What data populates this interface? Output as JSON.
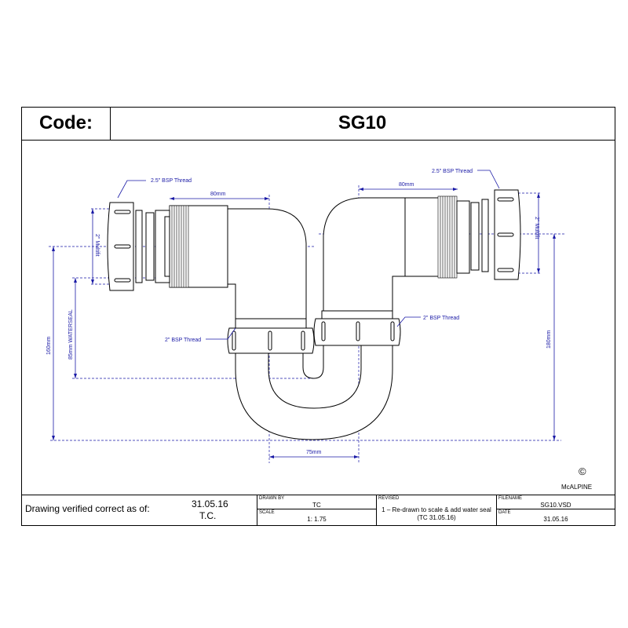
{
  "header": {
    "code_label": "Code:",
    "code_value": "SG10"
  },
  "dimensions": {
    "top_left_width": "80mm",
    "top_right_width": "80mm",
    "bottom_width": "75mm",
    "left_height": "160mm",
    "right_height": "180mm",
    "waterseal": "85mm WATERSEAL",
    "left_multifit": "2\" Multifit",
    "right_multifit": "2\" Multifit"
  },
  "callouts": {
    "left_top_thread": "2.5\" BSP Thread",
    "right_top_thread": "2.5\" BSP Thread",
    "left_bottom_thread": "2\" BSP Thread",
    "right_bottom_thread": "2\" BSP Thread"
  },
  "brand": {
    "copyright_symbol": "©",
    "name": "McALPINE"
  },
  "title_block": {
    "verified_label": "Drawing verified  correct as of:",
    "verified_date": "31.05.16",
    "verified_by": "T.C.",
    "drawn_by_label": "DRAWN BY",
    "drawn_by_value": "TC",
    "scale_label": "SCALE",
    "scale_value": "1: 1.75",
    "revised_label": "REVISED",
    "revised_line1": "1 – Re-drawn to scale & add water seal",
    "revised_line2": "(TC 31.05.16)",
    "filename_label": "FILENAME",
    "filename_value": "SG10.VSD",
    "date_label": "DATE",
    "date_value": "31.05.16"
  },
  "colors": {
    "dimension": "#1a1aa6",
    "line": "#000000"
  }
}
